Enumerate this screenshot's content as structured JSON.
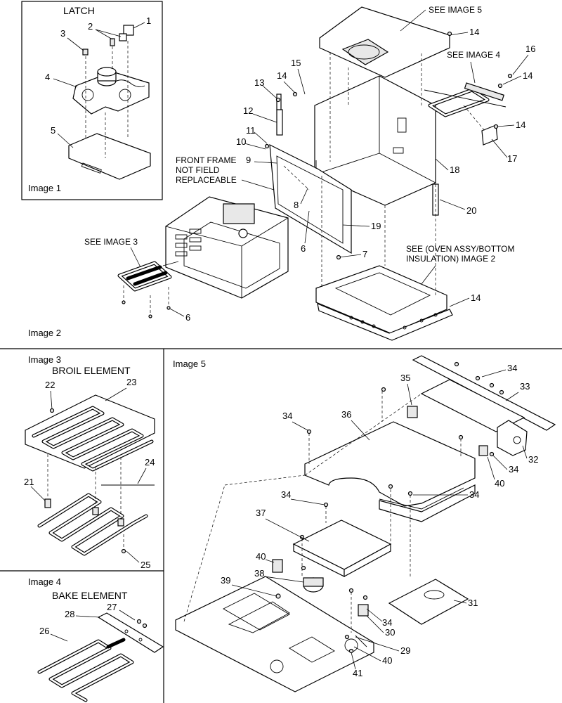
{
  "sections": {
    "image1": "Image 1",
    "image2": "Image 2",
    "image3": "Image 3",
    "image4": "Image 4",
    "image5": "Image 5"
  },
  "titles": {
    "latch": "LATCH",
    "broil": "BROIL ELEMENT",
    "bake": "BAKE ELEMENT"
  },
  "notes": {
    "see_image5": "SEE IMAGE 5",
    "see_image4": "SEE IMAGE 4",
    "see_image3": "SEE IMAGE 3",
    "front_frame_1": "FRONT FRAME",
    "front_frame_2": "NOT FIELD",
    "front_frame_3": "REPLACEABLE",
    "see_oven_1": "SEE (OVEN ASSY/BOTTOM",
    "see_oven_2": "INSULATION) IMAGE 2"
  },
  "callouts": {
    "image1": [
      "1",
      "2",
      "3",
      "4",
      "5"
    ],
    "image2": [
      "14",
      "16",
      "14",
      "15",
      "14",
      "13",
      "12",
      "11",
      "10",
      "9",
      "14",
      "17",
      "18",
      "8",
      "20",
      "6",
      "19",
      "7",
      "6",
      "14"
    ],
    "image3": [
      "22",
      "23",
      "24",
      "21",
      "25"
    ],
    "image4": [
      "27",
      "28",
      "26"
    ],
    "image5": [
      "34",
      "35",
      "33",
      "34",
      "36",
      "32",
      "34",
      "40",
      "34",
      "34",
      "37",
      "40",
      "38",
      "39",
      "31",
      "34",
      "30",
      "29",
      "40",
      "41"
    ]
  },
  "icons": {
    "parts": "exploded-view-part",
    "screw": "screw-icon"
  }
}
